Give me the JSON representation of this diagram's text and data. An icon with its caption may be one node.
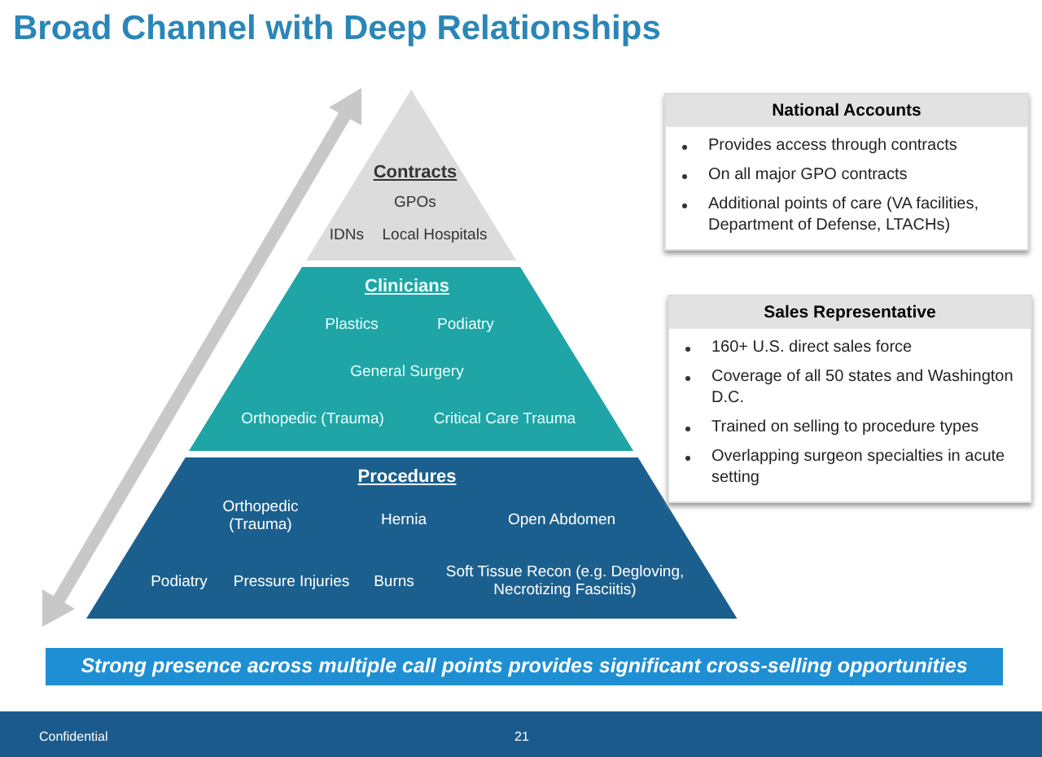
{
  "diagram": {
    "title": "Broad Channel with Deep Relationships",
    "nodes": [
      {
        "text": [
          "Contracts",
          "GPOs",
          "IDNs",
          "Local Hospitals"
        ]
      },
      {
        "text": [
          "Clinicians",
          "Plastics",
          "Podiatry",
          "General Surgery",
          "Orthopedic (Trauma)",
          "Critical Care Trauma"
        ]
      },
      {
        "text": [
          "Procedures",
          "Orthopedic (Trauma)",
          "Hernia",
          "Open Abdomen",
          "Podiatry",
          "Pressure Injuries",
          "Burns",
          "Soft Tissue Recon (e.g. Degloving, Necrotizing Fasciitis)"
        ]
      },
      {
        "text": [
          "National Accounts",
          "Provides access through contracts",
          "On all major GPO contracts",
          "Additional points of care (VA facilities, Department of Defense, LTACHs)"
        ]
      },
      {
        "text": [
          "Sales Representative",
          "160+ U.S. direct sales force",
          "Coverage of all 50 states and Washington D.C.",
          "Trained on selling to procedure types",
          "Overlapping surgeon specialties in acute setting"
        ]
      },
      {
        "text": [
          "Strong presence across multiple call points provides significant cross-selling opportunities"
        ]
      }
    ],
    "edges": [],
    "labels": [
      "Confidential",
      "21"
    ]
  }
}
